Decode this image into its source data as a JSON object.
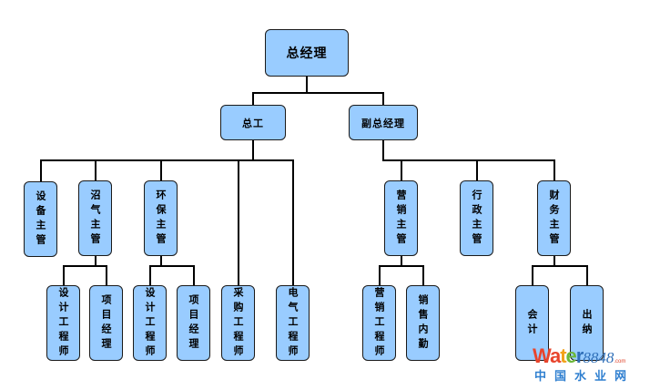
{
  "org_chart": {
    "root": {
      "id": "gm",
      "label": "总经理"
    },
    "nodes": [
      {
        "id": "gm",
        "label": "总经理",
        "parent": null
      },
      {
        "id": "chief_engineer",
        "label": "总工",
        "parent": "gm"
      },
      {
        "id": "deputy_gm",
        "label": "副总经理",
        "parent": "gm"
      },
      {
        "id": "equipment_supervisor",
        "label": "设备主管",
        "parent": "chief_engineer"
      },
      {
        "id": "biogas_supervisor",
        "label": "沼气主管",
        "parent": "chief_engineer"
      },
      {
        "id": "env_supervisor",
        "label": "环保主管",
        "parent": "chief_engineer"
      },
      {
        "id": "purchasing_engineer",
        "label": "采购工程师",
        "parent": "chief_engineer"
      },
      {
        "id": "electrical_engineer",
        "label": "电气工程师",
        "parent": "chief_engineer"
      },
      {
        "id": "design_engineer_1",
        "label": "设计工程师",
        "parent": "biogas_supervisor"
      },
      {
        "id": "project_manager_1",
        "label": "项目经理",
        "parent": "biogas_supervisor"
      },
      {
        "id": "design_engineer_2",
        "label": "设计工程师",
        "parent": "env_supervisor"
      },
      {
        "id": "project_manager_2",
        "label": "项目经理",
        "parent": "env_supervisor"
      },
      {
        "id": "marketing_supervisor",
        "label": "营销主管",
        "parent": "deputy_gm"
      },
      {
        "id": "admin_supervisor",
        "label": "行政主管",
        "parent": "deputy_gm"
      },
      {
        "id": "finance_supervisor",
        "label": "财务主管",
        "parent": "deputy_gm"
      },
      {
        "id": "marketing_engineer",
        "label": "营销工程师",
        "parent": "marketing_supervisor"
      },
      {
        "id": "sales_clerk",
        "label": "销售内勤",
        "parent": "marketing_supervisor"
      },
      {
        "id": "accountant",
        "label": "会计",
        "parent": "finance_supervisor"
      },
      {
        "id": "cashier",
        "label": "出纳",
        "parent": "finance_supervisor"
      }
    ]
  },
  "colors": {
    "node_fill": "#99ccff",
    "node_border": "#1a1a1a",
    "connector": "#000000"
  },
  "watermark": {
    "brand_letters": [
      {
        "char": "W",
        "color": "#e8442c"
      },
      {
        "char": "a",
        "color": "#e8442c"
      },
      {
        "char": "t",
        "color": "#f2a21a"
      },
      {
        "char": "e",
        "color": "#6cb83a"
      },
      {
        "char": "r",
        "color": "#2f6fb8"
      }
    ],
    "number": "8848",
    "suffix": ".com",
    "subtitle": "中国水业网"
  }
}
